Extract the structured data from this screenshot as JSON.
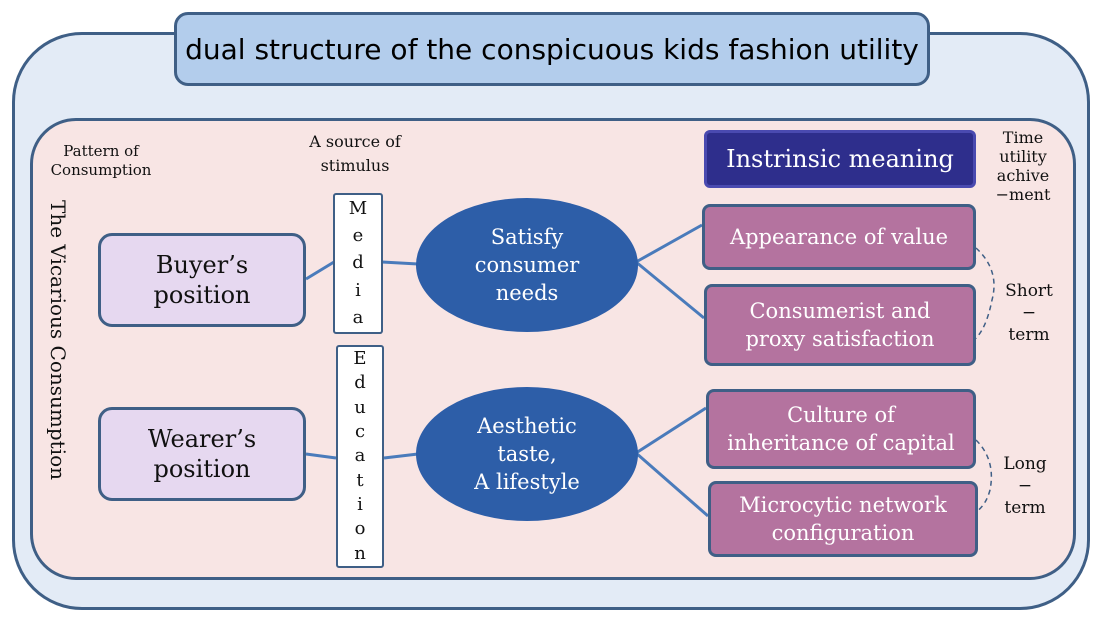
{
  "title": "dual structure of the conspicuous kids fashion utility",
  "headers": {
    "pattern": "Pattern of\nConsumption",
    "stimulus": "A source of\nstimulus",
    "time": "Time\nutility\nachive\n−ment"
  },
  "vertical_label": "The Vicarious Consumption",
  "positions": {
    "buyer": "Buyer’s\nposition",
    "wearer": "Wearer’s\nposition"
  },
  "stimuli": {
    "media": [
      "M",
      "e",
      "d",
      "i",
      "a"
    ],
    "education": [
      "E",
      "d",
      "u",
      "c",
      "a",
      "t",
      "i",
      "o",
      "n"
    ]
  },
  "needs": {
    "satisfy": "Satisfy\nconsumer\nneeds",
    "aesthetic": "Aesthetic\ntaste,\nA lifestyle"
  },
  "intrinsic_meaning": "Instrinsic meaning",
  "outcomes": {
    "appearance": "Appearance of value",
    "consumerist": "Consumerist and\nproxy satisfaction",
    "culture": "Culture of\ninheritance of capital",
    "network": "Microcytic network\nconfiguration"
  },
  "terms": {
    "short": "Short\n−\nterm",
    "long": "Long\n−\nterm"
  },
  "colors": {
    "border": "#3f5f86",
    "oval": "#2d5ea8",
    "outcome": "#b4739f",
    "meaning": "#2e2e8c"
  }
}
